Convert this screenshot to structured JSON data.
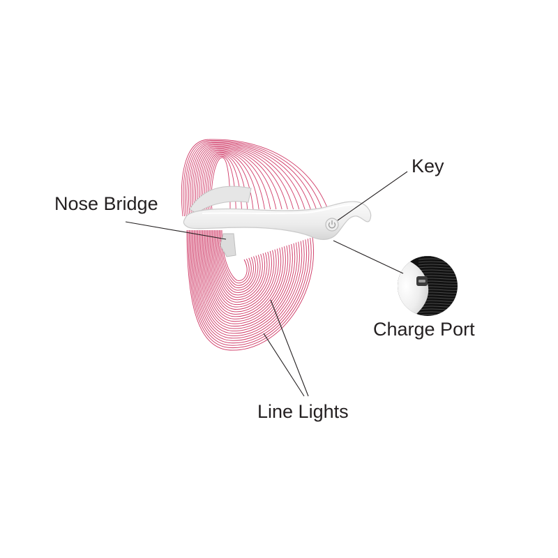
{
  "labels": {
    "nose_bridge": "Nose Bridge",
    "key": "Key",
    "charge_port": "Charge Port",
    "line_lights": "Line Lights"
  },
  "colors": {
    "line_lights": "#c8194e",
    "shell": "#ececec",
    "text": "#231f20",
    "callout": "#231f20"
  },
  "icons": {
    "power": "power-icon",
    "usb": "usb-port-icon"
  }
}
